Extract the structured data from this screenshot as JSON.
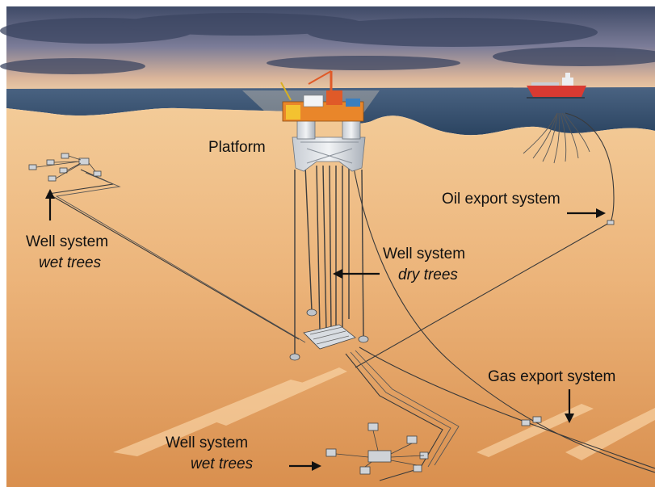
{
  "labels": {
    "platform": "Platform",
    "oil_export": "Oil export system",
    "well_dry_title": "Well system",
    "well_dry_sub": "dry trees",
    "well_wet_left_title": "Well system",
    "well_wet_left_sub": "wet trees",
    "gas_export": "Gas export system",
    "well_wet_bottom_title": "Well system",
    "well_wet_bottom_sub": "wet trees"
  },
  "colors": {
    "sky_top": "#4a5676",
    "sky_glow": "#f3d3a6",
    "sea": "#334d6a",
    "seabed_light": "#f0c18a",
    "seabed_dark": "#d2894a",
    "ship_hull": "#d93a32",
    "platform_hull": "#dfe3e8",
    "platform_deck": "#e9862a",
    "label": "#111111"
  },
  "icons": {
    "arrow_up": "arrow-up-icon",
    "arrow_down": "arrow-down-icon",
    "arrow_left": "arrow-left-icon",
    "arrow_right": "arrow-right-icon"
  }
}
